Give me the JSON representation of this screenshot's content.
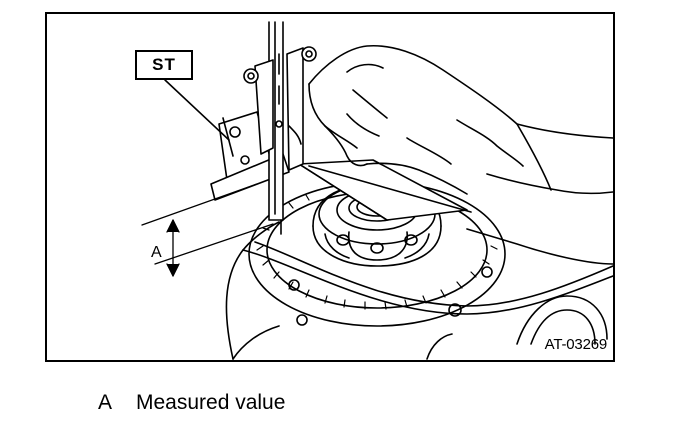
{
  "figure": {
    "callout_st": "ST",
    "dimension_label": "A",
    "figure_code": "AT-03269"
  },
  "legend": {
    "items": [
      {
        "key": "A",
        "text": "Measured value"
      }
    ]
  }
}
